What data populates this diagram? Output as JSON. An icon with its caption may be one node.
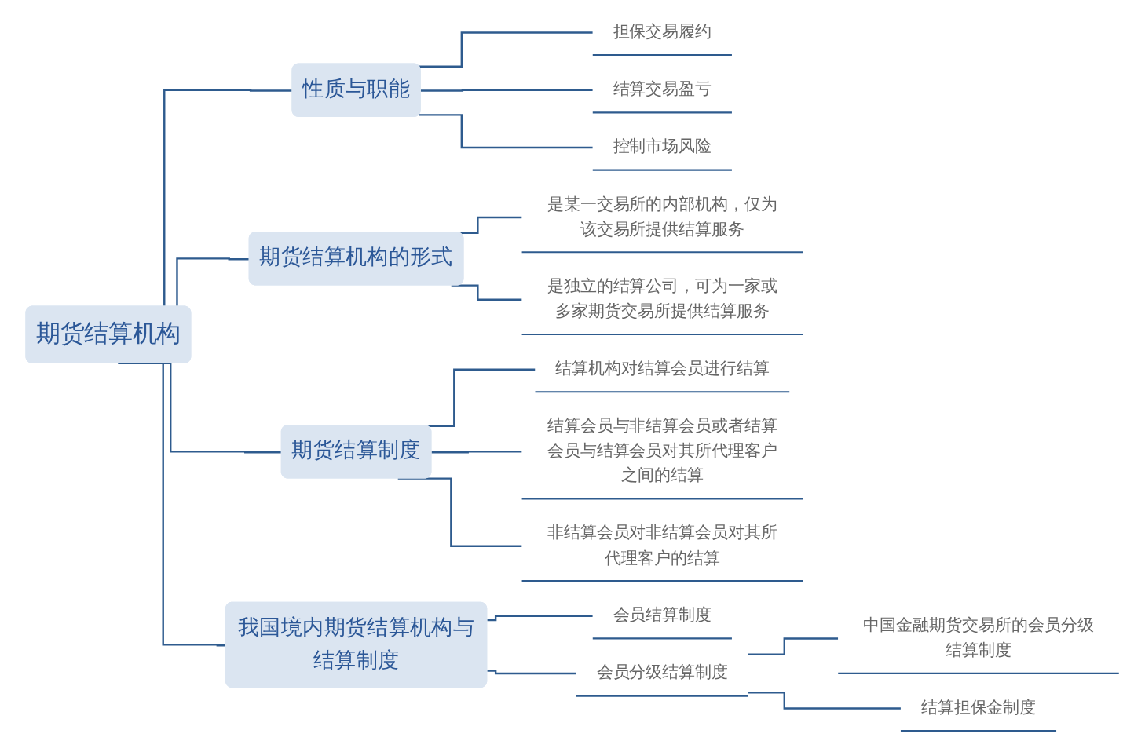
{
  "diagram": {
    "nodes": [
      {
        "text": [
          "期货结算机构"
        ]
      },
      {
        "text": [
          "性质与职能"
        ]
      },
      {
        "text": [
          "担保交易履约"
        ]
      },
      {
        "text": [
          "结算交易盈亏"
        ]
      },
      {
        "text": [
          "控制市场风险"
        ]
      },
      {
        "text": [
          "期货结算机构的形式"
        ]
      },
      {
        "text": [
          "是某一交易所的内部机构，仅为该交易所提供结算服务"
        ]
      },
      {
        "text": [
          "是独立的结算公司，可为一家或多家期货交易所提供结算服务"
        ]
      },
      {
        "text": [
          "期货结算制度"
        ]
      },
      {
        "text": [
          "结算机构对结算会员进行结算"
        ]
      },
      {
        "text": [
          "结算会员与非结算会员或者结算会员与结算会员对其所代理客户之间的结算"
        ]
      },
      {
        "text": [
          "非结算会员对非结算会员对其所代理客户的结算"
        ]
      },
      {
        "text": [
          "我国境内期货结算机构与结算制度"
        ]
      },
      {
        "text": [
          "会员结算制度"
        ]
      },
      {
        "text": [
          "会员分级结算制度"
        ]
      },
      {
        "text": [
          "中国金融期货交易所的会员分级结算制度"
        ]
      },
      {
        "text": [
          "结算担保金制度"
        ]
      }
    ],
    "edges": [
      {
        "from": 0,
        "to": 1,
        "arrow": "none"
      },
      {
        "from": 1,
        "to": 2,
        "arrow": "none"
      },
      {
        "from": 1,
        "to": 3,
        "arrow": "none"
      },
      {
        "from": 1,
        "to": 4,
        "arrow": "none"
      },
      {
        "from": 0,
        "to": 5,
        "arrow": "none"
      },
      {
        "from": 5,
        "to": 6,
        "arrow": "none"
      },
      {
        "from": 5,
        "to": 7,
        "arrow": "none"
      },
      {
        "from": 0,
        "to": 8,
        "arrow": "none"
      },
      {
        "from": 8,
        "to": 9,
        "arrow": "none"
      },
      {
        "from": 8,
        "to": 10,
        "arrow": "none"
      },
      {
        "from": 8,
        "to": 11,
        "arrow": "none"
      },
      {
        "from": 0,
        "to": 12,
        "arrow": "none"
      },
      {
        "from": 12,
        "to": 13,
        "arrow": "none"
      },
      {
        "from": 12,
        "to": 14,
        "arrow": "none"
      },
      {
        "from": 14,
        "to": 15,
        "arrow": "none"
      },
      {
        "from": 14,
        "to": 16,
        "arrow": "none"
      }
    ]
  }
}
